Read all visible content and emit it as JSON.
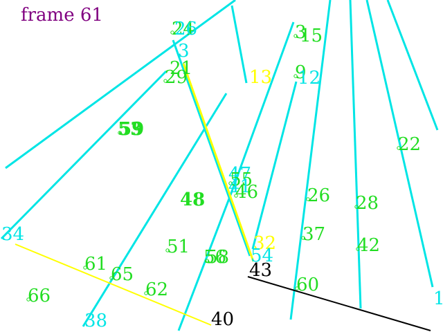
{
  "frame_label": "frame 61",
  "colors": {
    "background": "#ffffff",
    "frame_label": "#800080",
    "cyan": "#00e5e5",
    "green": "#22dd22",
    "yellow": "#ffff00",
    "black": "#000000"
  },
  "segments": [
    {
      "color": "cyan",
      "label": "24"
    },
    {
      "color": "cyan",
      "label": "29"
    },
    {
      "color": "cyan",
      "label": "34"
    },
    {
      "color": "cyan",
      "label": "38"
    },
    {
      "color": "cyan",
      "label": "56"
    },
    {
      "color": "cyan",
      "label": "35"
    },
    {
      "color": "cyan",
      "label": "12"
    },
    {
      "color": "cyan",
      "label": "60"
    },
    {
      "color": "cyan",
      "label": "42"
    },
    {
      "color": "cyan",
      "label": "1"
    },
    {
      "color": "cyan",
      "label": "22"
    },
    {
      "color": "cyan",
      "label": "54"
    },
    {
      "color": "yellow",
      "label": "13"
    },
    {
      "color": "yellow",
      "label": "32"
    },
    {
      "color": "black",
      "label": "40"
    },
    {
      "color": "black",
      "label": "43"
    }
  ],
  "labels": [
    {
      "text": "frame 61",
      "role": "title"
    },
    {
      "text": "24",
      "color": "green",
      "marker": true
    },
    {
      "text": "26",
      "color": "cyan",
      "marker": false
    },
    {
      "text": "3",
      "color": "cyan",
      "marker": false
    },
    {
      "text": "21",
      "color": "green",
      "marker": false
    },
    {
      "text": "29",
      "color": "green",
      "marker": true
    },
    {
      "text": "13",
      "color": "yellow",
      "marker": false
    },
    {
      "text": "3",
      "color": "green",
      "marker": true
    },
    {
      "text": "15",
      "color": "green",
      "marker": false
    },
    {
      "text": "9",
      "color": "green",
      "marker": true
    },
    {
      "text": "12",
      "color": "cyan",
      "marker": false
    },
    {
      "text": "53",
      "color": "green",
      "marker": false
    },
    {
      "text": "59",
      "color": "green",
      "marker": true
    },
    {
      "text": "22",
      "color": "green",
      "marker": true
    },
    {
      "text": "47",
      "color": "cyan",
      "marker": false
    },
    {
      "text": "55",
      "color": "green",
      "marker": true
    },
    {
      "text": "41",
      "color": "cyan",
      "marker": false
    },
    {
      "text": "46",
      "color": "green",
      "marker": true
    },
    {
      "text": "48",
      "color": "green",
      "marker": false
    },
    {
      "text": "26",
      "color": "green",
      "marker": true
    },
    {
      "text": "28",
      "color": "green",
      "marker": true
    },
    {
      "text": "34",
      "color": "cyan",
      "marker": false
    },
    {
      "text": "51",
      "color": "green",
      "marker": true
    },
    {
      "text": "32",
      "color": "yellow",
      "marker": false
    },
    {
      "text": "37",
      "color": "green",
      "marker": true
    },
    {
      "text": "42",
      "color": "green",
      "marker": true
    },
    {
      "text": "56",
      "color": "green",
      "marker": false
    },
    {
      "text": "58",
      "color": "green",
      "marker": true
    },
    {
      "text": "54",
      "color": "cyan",
      "marker": false
    },
    {
      "text": "43",
      "color": "black",
      "marker": false
    },
    {
      "text": "61",
      "color": "green",
      "marker": true
    },
    {
      "text": "65",
      "color": "green",
      "marker": true
    },
    {
      "text": "62",
      "color": "green",
      "marker": true
    },
    {
      "text": "60",
      "color": "green",
      "marker": true
    },
    {
      "text": "66",
      "color": "green",
      "marker": true
    },
    {
      "text": "1",
      "color": "cyan",
      "marker": false
    },
    {
      "text": "38",
      "color": "cyan",
      "marker": false
    },
    {
      "text": "40",
      "color": "black",
      "marker": false
    }
  ]
}
